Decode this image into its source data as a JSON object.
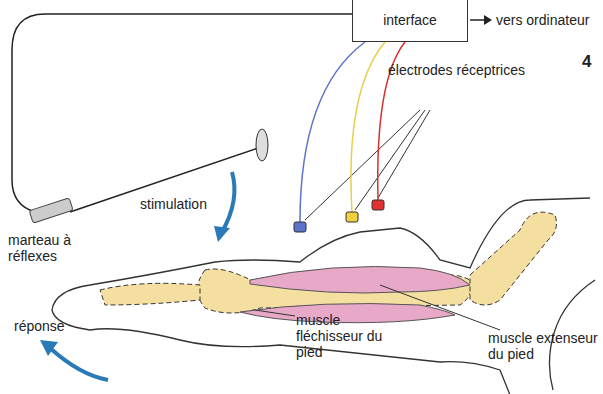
{
  "diagram": {
    "nodes": [
      {
        "text": [
          "interface"
        ]
      }
    ],
    "labels": [
      "vers ordinateur",
      "4",
      "électrodes réceptrices",
      "marteau à réflexes",
      "stimulation",
      "réponse",
      "muscle fléchisseur du pied",
      "muscle extenseur du pied"
    ]
  }
}
